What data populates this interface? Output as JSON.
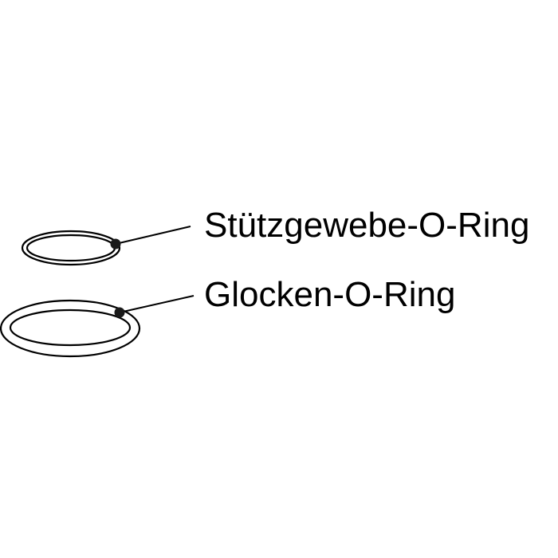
{
  "diagram": {
    "parts": [
      {
        "id": "support-fabric-o-ring",
        "label": "Stützgewebe-O-Ring"
      },
      {
        "id": "bell-o-ring",
        "label": "Glocken-O-Ring"
      }
    ],
    "colors": {
      "line": "#000000",
      "background": "#ffffff"
    }
  }
}
